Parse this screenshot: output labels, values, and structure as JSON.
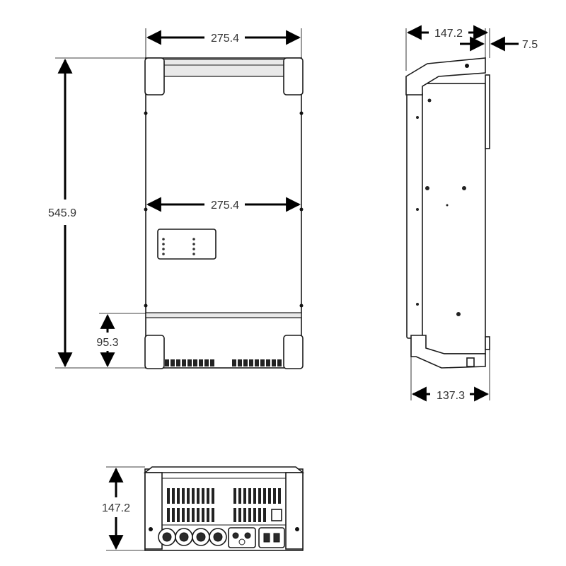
{
  "diagram": {
    "front_view": {
      "width_top_label": "275.4",
      "width_mid_label": "275.4",
      "height_label": "545.9",
      "base_height_label": "95.3"
    },
    "side_view": {
      "depth_top_label": "147.2",
      "bracket_label": "7.5",
      "depth_bottom_label": "137.3"
    },
    "bottom_view": {
      "depth_label": "147.2"
    },
    "colors": {
      "line": "#1a1a1a",
      "text": "#333333",
      "background": "#ffffff"
    }
  }
}
